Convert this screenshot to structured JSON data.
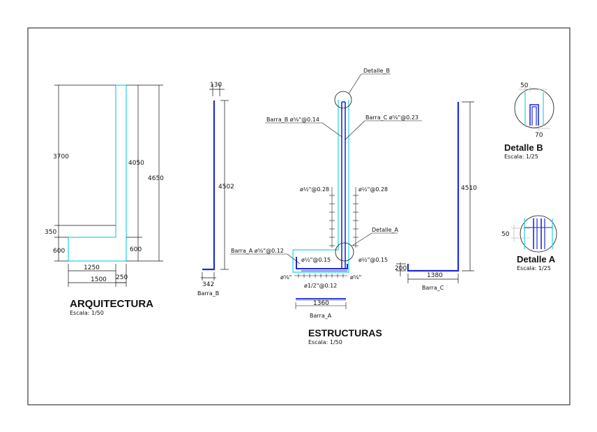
{
  "colors": {
    "cyan": "#22d3e6",
    "blue": "#1e2bd6",
    "black": "#111111",
    "gray": "#9a9a9a"
  },
  "arquitectura": {
    "title": "ARQUITECTURA",
    "scale": "Escala: 1/50",
    "dims": {
      "d3700": "3700",
      "d350": "350",
      "d600a": "600",
      "d4050": "4050",
      "d600b": "600",
      "d4650": "4650",
      "d1250": "1250",
      "d1500": "1500",
      "d250": "250"
    }
  },
  "barra_b": {
    "top": "130",
    "height": "4502",
    "foot": "342",
    "name": "Barra_B"
  },
  "estructuras": {
    "title": "ESTRUCTURAS",
    "scale": "Escala: 1/50",
    "detalle_b_label": "Detalle_B",
    "detalle_a_label": "Detalle_A",
    "barra_b_label": "Barra_B ø⅝\"@0.14",
    "barra_c_label": "Barra_C ø⅝\"@0.23",
    "barra_a_label": "Barra_A ø⅝\"@0.12",
    "left_028": "ø½\"@0.28",
    "right_028": "ø½\"@0.28",
    "left_015": "ø½\"@0.15",
    "right_015": "ø½\"@0.15",
    "foot_left": "ø⅝\"",
    "foot_right": "ø⅝\"",
    "foot_main": "ø1/2\"@0.12",
    "barra_a_len": "1360",
    "barra_a_name": "Barra_A"
  },
  "barra_c": {
    "height": "4510",
    "foot": "200",
    "length": "1380",
    "name": "Barra_C"
  },
  "detalle_b": {
    "title": "Detalle B",
    "scale": "Escala: 1/25",
    "d50": "50",
    "d70": "70"
  },
  "detalle_a": {
    "title": "Detalle A",
    "scale": "Escala: 1/25",
    "d50": "50"
  }
}
